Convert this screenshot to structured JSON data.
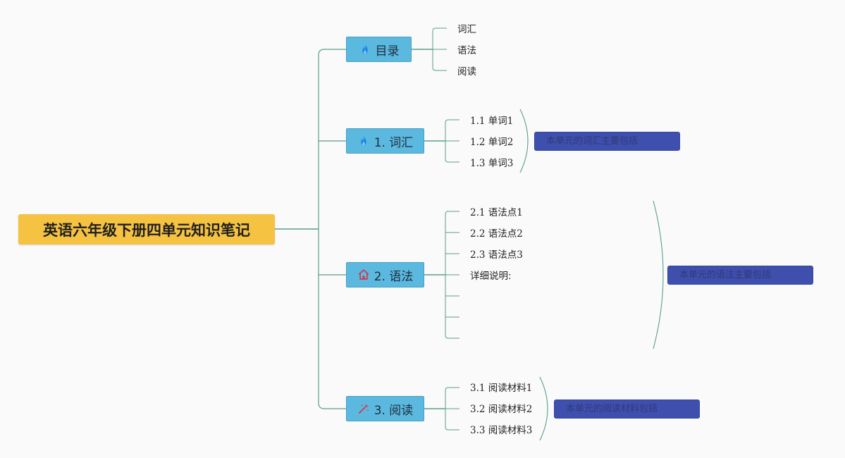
{
  "root": {
    "title": "英语六年级下册四单元知识笔记"
  },
  "branches": [
    {
      "id": "toc",
      "label": "目录",
      "icon": "fire-icon",
      "icon_color": "#1e88e5",
      "items": [
        "词汇",
        "语法",
        "阅读"
      ]
    },
    {
      "id": "vocab",
      "label": "1. 词汇",
      "icon": "fire-icon",
      "icon_color": "#1e88e5",
      "items": [
        "1.1 单词1",
        "1.2 单词2",
        "1.3 单词3"
      ],
      "summary": "本单元的词汇主要包括"
    },
    {
      "id": "grammar",
      "label": "2. 语法",
      "icon": "home-icon",
      "icon_color": "#d8334a",
      "items": [
        "2.1 语法点1",
        "2.2 语法点2",
        "2.3 语法点3",
        "详细说明:",
        "",
        "",
        ""
      ],
      "summary": "本单元的语法主要包括"
    },
    {
      "id": "reading",
      "label": "3. 阅读",
      "icon": "magic-wand-icon",
      "icon_color": "#d8334a",
      "items": [
        "3.1 阅读材料1",
        "3.2 阅读材料2",
        "3.3 阅读材料3"
      ],
      "summary": "本单元的阅读材料包括"
    }
  ],
  "colors": {
    "root_fill": "#f5c242",
    "branch_fill": "#5bb8df",
    "summary_fill": "#3e4fae",
    "line": "#5a9e8a",
    "background": "#fafafa"
  }
}
